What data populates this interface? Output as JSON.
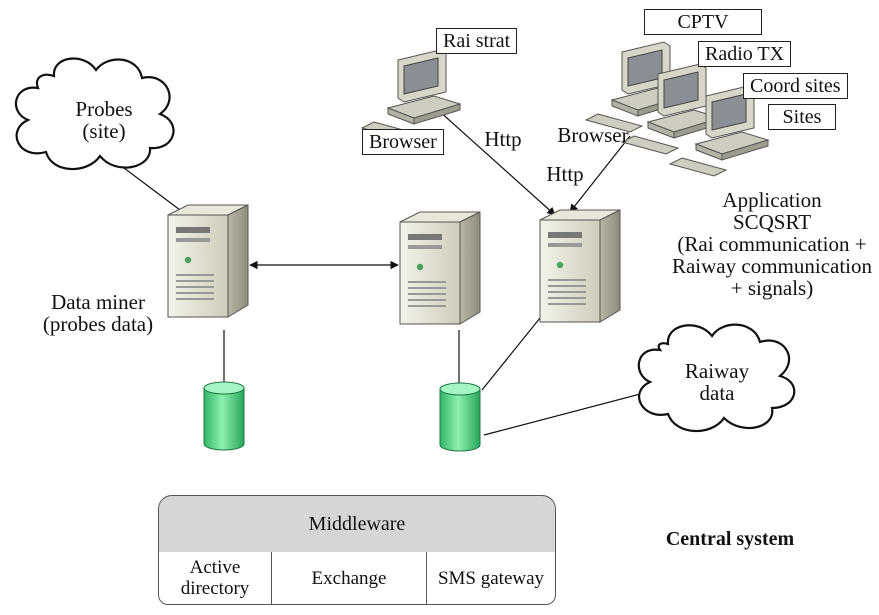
{
  "clouds": {
    "probes": "Probes\n(site)",
    "raiway": "Raiway\ndata"
  },
  "labels": {
    "data_miner": "Data miner\n(probes data)",
    "browser_right": "Browser",
    "http_left": "Http",
    "http_right": "Http",
    "application": "Application\nSCQSRT\n(Rai communication +\nRaiway communication\n+ signals)",
    "central_system": "Central system"
  },
  "boxes": {
    "rai_strat": "Rai strat",
    "browser_left": "Browser",
    "cptv": "CPTV",
    "radio_tx": "Radio TX",
    "coord_sites": "Coord sites",
    "sites": "Sites"
  },
  "middleware": {
    "title": "Middleware",
    "cells": [
      "Active\ndirectory",
      "Exchange",
      "SMS gateway"
    ]
  },
  "colors": {
    "database": "#4fd680",
    "server_body": "#e4e2d4",
    "cloud_fill": "#ffffff"
  }
}
